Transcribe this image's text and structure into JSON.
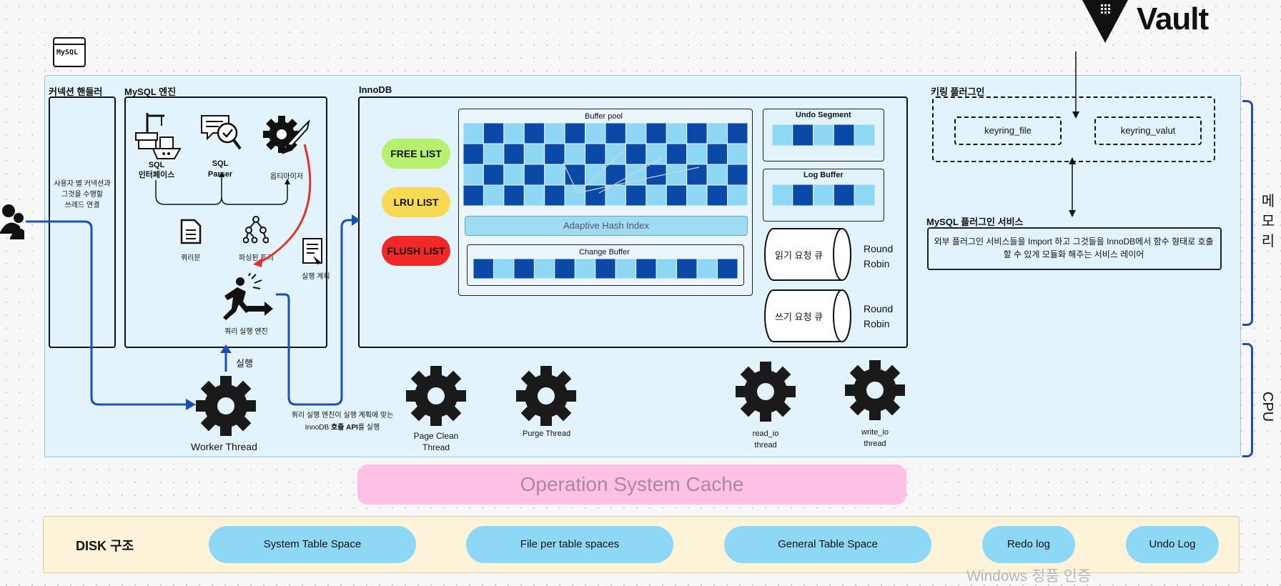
{
  "vault": {
    "label": "Vault"
  },
  "mysql_logo": "MySQL",
  "sections": {
    "connection_handler": "커넥션 핸들러",
    "mysql_engine": "MySQL 엔진",
    "innodb": "InnoDB",
    "keyring_plugin": "키링 플러그인",
    "mysql_plugin_service": "MySQL 플러그인 서비스"
  },
  "connection_handler_desc": [
    "사용자 별 커넥션과",
    "그것을 수행할",
    "쓰레드 연결"
  ],
  "engine": {
    "sql_interface": [
      "SQL",
      "인터페이스"
    ],
    "sql_parser": [
      "SQL",
      "Parser"
    ],
    "optimizer": "옵티마이저",
    "query_stmt": "쿼리문",
    "parsed_tree": "파싱된 트리",
    "exec_plan": "실행 계획",
    "query_exec_engine": "쿼리 실행 엔진",
    "exec_label": "실행"
  },
  "lists": {
    "free": "FREE LIST",
    "lru": "LRU LIST",
    "flush": "FLUSH LIST"
  },
  "innodb_parts": {
    "buffer_pool": "Buffer pool",
    "adaptive_hash_index": "Adaptive Hash Index",
    "change_buffer": "Change Buffer",
    "undo_segment": "Undo Segment",
    "log_buffer": "Log Buffer",
    "read_queue": "읽기 요청 큐",
    "write_queue": "쓰기 요청 큐",
    "round_robin": [
      "Round",
      "Robin"
    ]
  },
  "keyring": {
    "file": "keyring_file",
    "vault": "keyring_valut"
  },
  "plugin_service_desc": [
    "외부 플러그인 서비스들을 Import 하고 그것들을 InnoDB에서 함수 형태로 호출",
    "할 수 있게 모듈화 해주는 서비스 레이어"
  ],
  "threads": {
    "worker": "Worker Thread",
    "api_note": [
      "쿼리 실행 엔진이 실행 계획에 맞는",
      "InnoDB 호출 API를 실행"
    ],
    "api_note_prefix": "InnoDB ",
    "api_note_bold": "호출 API",
    "api_note_suffix": "를 실행",
    "page_clean": [
      "Page Clean",
      "Thread"
    ],
    "purge": "Purge Thread",
    "read_io": [
      "read_io",
      "thread"
    ],
    "write_io": [
      "write_io",
      "thread"
    ]
  },
  "side_labels": {
    "memory": [
      "메",
      "모",
      "리"
    ],
    "cpu": "CPU"
  },
  "os_cache": "Operation System Cache",
  "disk": {
    "title": "DISK 구조",
    "items": [
      "System Table Space",
      "File per table spaces",
      "General Table Space",
      "Redo log",
      "Undo Log"
    ]
  },
  "watermark": "Windows 정품 인증",
  "colors": {
    "panel": "#e2f3fb",
    "free_list": "#b6f06e",
    "lru_list": "#f7d954",
    "flush_list": "#f02828",
    "page_dark": "#0a4aa6",
    "page_light": "#8ed8f5",
    "os_cache": "#ffc0e6",
    "disk_bg": "#fdf3d9",
    "arrow_blue": "#1e4fb5",
    "arrow_red": "#e0312d"
  }
}
